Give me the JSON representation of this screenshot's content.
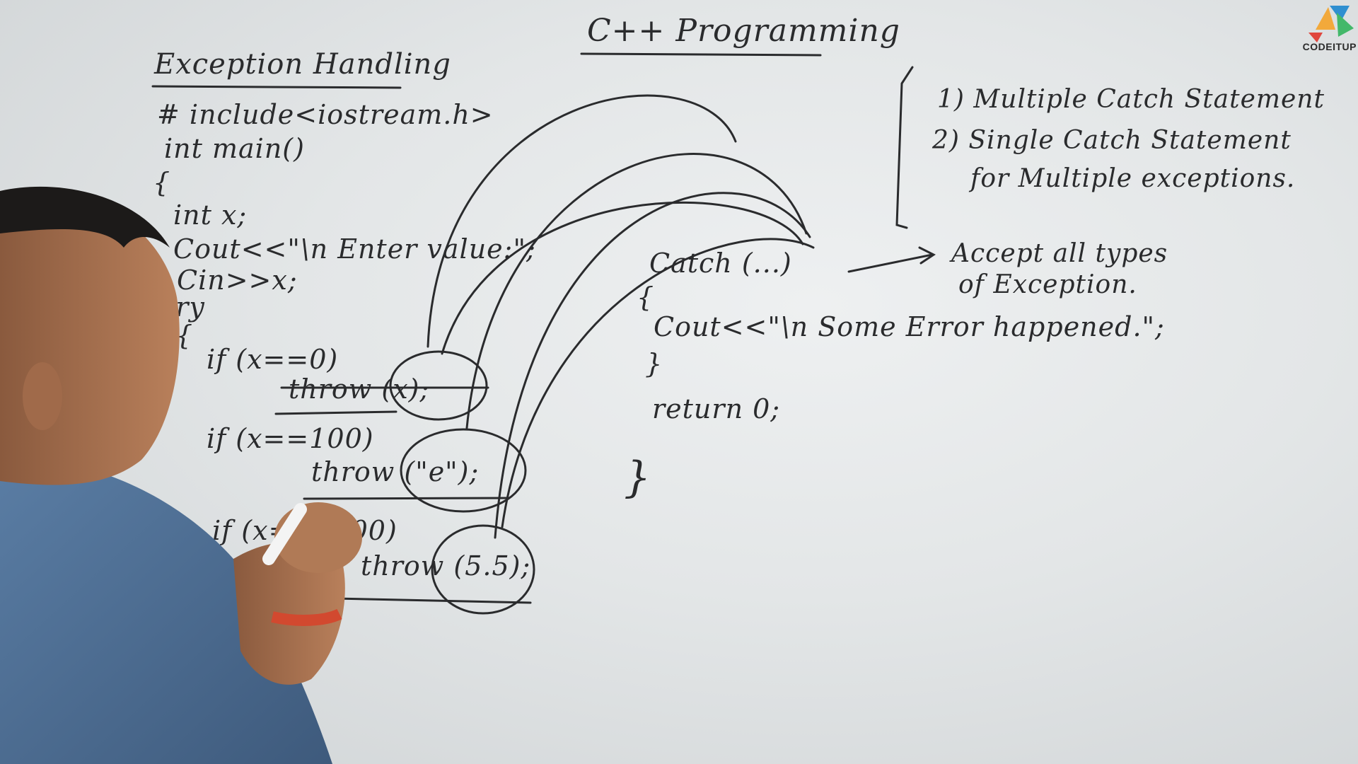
{
  "board": {
    "title": "C++ Programming",
    "subtitle": "Exception Handling",
    "code_left": [
      "# include<iostream.h>",
      "int main()",
      "{",
      "int x;",
      "Cout<<\"\\n Enter value:\";",
      "Cin>>x;",
      "try",
      "{",
      "if (x==0)",
      "throw (x);",
      "if (x==100)",
      "throw (\"e\");",
      "if (x==1000)",
      "throw (5.5);",
      "}"
    ],
    "code_right": [
      "Catch (...)",
      "{",
      "Cout<<\"\\n Some Error happened.\";",
      "}",
      "return 0;",
      "}"
    ],
    "notes": [
      "1) Multiple Catch Statement",
      "2) Single Catch Statement",
      "for Multiple exceptions."
    ],
    "arrow_note": [
      "Accept all types",
      "of Exception."
    ]
  },
  "logo": {
    "text": "CODEITUP"
  },
  "colors": {
    "ink": "#2a2b2d",
    "board": "#e3e6e7",
    "shirt": "#4a6b8f"
  }
}
